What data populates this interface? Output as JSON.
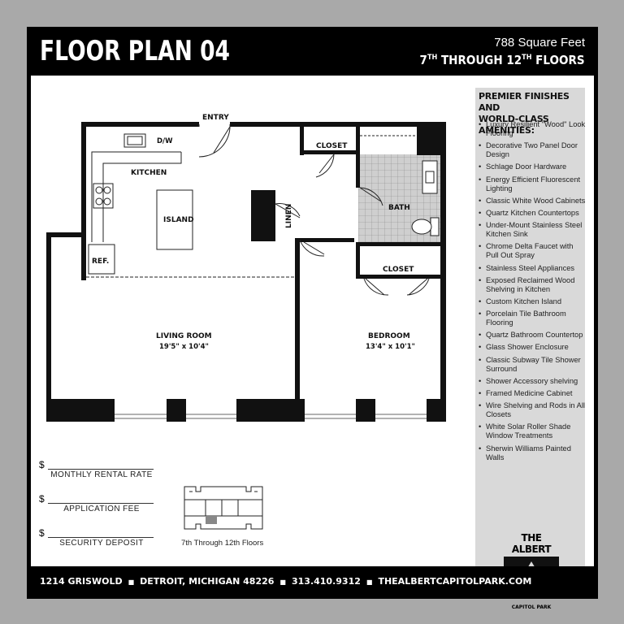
{
  "header": {
    "title": "FLOOR PLAN 04",
    "square_feet": "788 Square Feet",
    "floors": {
      "first": "7",
      "first_suffix": "TH",
      "middle": " THROUGH 12",
      "second_suffix": "TH",
      "last": " FLOORS"
    }
  },
  "plan": {
    "labels": {
      "entry": "ENTRY",
      "kitchen": "KITCHEN",
      "island": "ISLAND",
      "dw": "D/W",
      "ref": "REF.",
      "closet_top": "CLOSET",
      "linen": "LINEN",
      "bath": "BATH",
      "closet_bed": "CLOSET",
      "living_room": "LIVING ROOM",
      "living_dims": "19'5\" x 10'4\"",
      "bedroom": "BEDROOM",
      "bedroom_dims": "13'4\" x 10'1\""
    }
  },
  "amenities": {
    "heading_line1": "PREMIER FINISHES AND",
    "heading_line2": "WORLD-CLASS AMENITIES:",
    "items": [
      "Luxury Resilient \"Wood\" Look Flooring",
      "Decorative Two Panel Door Design",
      "Schlage Door Hardware",
      "Energy Efficient Fluorescent Lighting",
      "Classic White Wood Cabinets",
      "Quartz Kitchen Countertops",
      "Under-Mount Stainless Steel Kitchen Sink",
      "Chrome Delta Faucet with Pull Out Spray",
      "Stainless Steel Appliances",
      "Exposed Reclaimed Wood Shelving in Kitchen",
      "Custom Kitchen Island",
      "Porcelain Tile Bathroom Flooring",
      "Quartz Bathroom Countertop",
      "Glass Shower Enclosure",
      "Classic Subway Tile Shower Surround",
      "Shower Accessory shelving",
      "Framed Medicine Cabinet",
      "Wire Shelving and Rods in All Closets",
      "White Solar Roller Shade Window Treatments",
      "Sherwin Williams Painted Walls"
    ],
    "logo_title": "THE ALBERT",
    "logo_subtitle": "CAPITOL PARK"
  },
  "fees": [
    {
      "symbol": "$",
      "label": "MONTHLY RENTAL RATE"
    },
    {
      "symbol": "$",
      "label": "APPLICATION FEE"
    },
    {
      "symbol": "$",
      "label": "SECURITY DEPOSIT"
    }
  ],
  "keyplan": {
    "caption": "7th Through 12th Floors"
  },
  "footer": {
    "address": "1214 GRISWOLD",
    "city": "DETROIT, MICHIGAN 48226",
    "phone": "313.410.9312",
    "website": "THEALBERTCAPITOLPARK.COM",
    "separator": "■"
  },
  "colors": {
    "background": "#a9a9a9",
    "header_bg": "#000000",
    "panel_bg": "#d9d9d9",
    "tile_fill": "#cfcfcf"
  }
}
